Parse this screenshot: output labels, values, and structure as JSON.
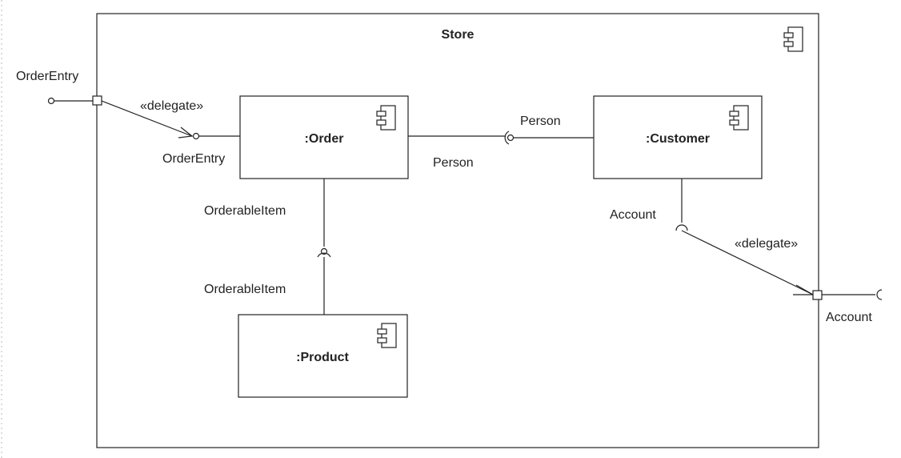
{
  "store": {
    "title": "Store"
  },
  "components": {
    "order": ":Order",
    "customer": ":Customer",
    "product": ":Product"
  },
  "labels": {
    "order_entry_port": "OrderEntry",
    "order_entry_iface": "OrderEntry",
    "delegate_top": "«delegate»",
    "person_provided": "Person",
    "person_required": "Person",
    "orderable_item_top": "OrderableItem",
    "orderable_item_bottom": "OrderableItem",
    "account_customer": "Account",
    "delegate_bottom": "«delegate»",
    "account_port": "Account"
  }
}
